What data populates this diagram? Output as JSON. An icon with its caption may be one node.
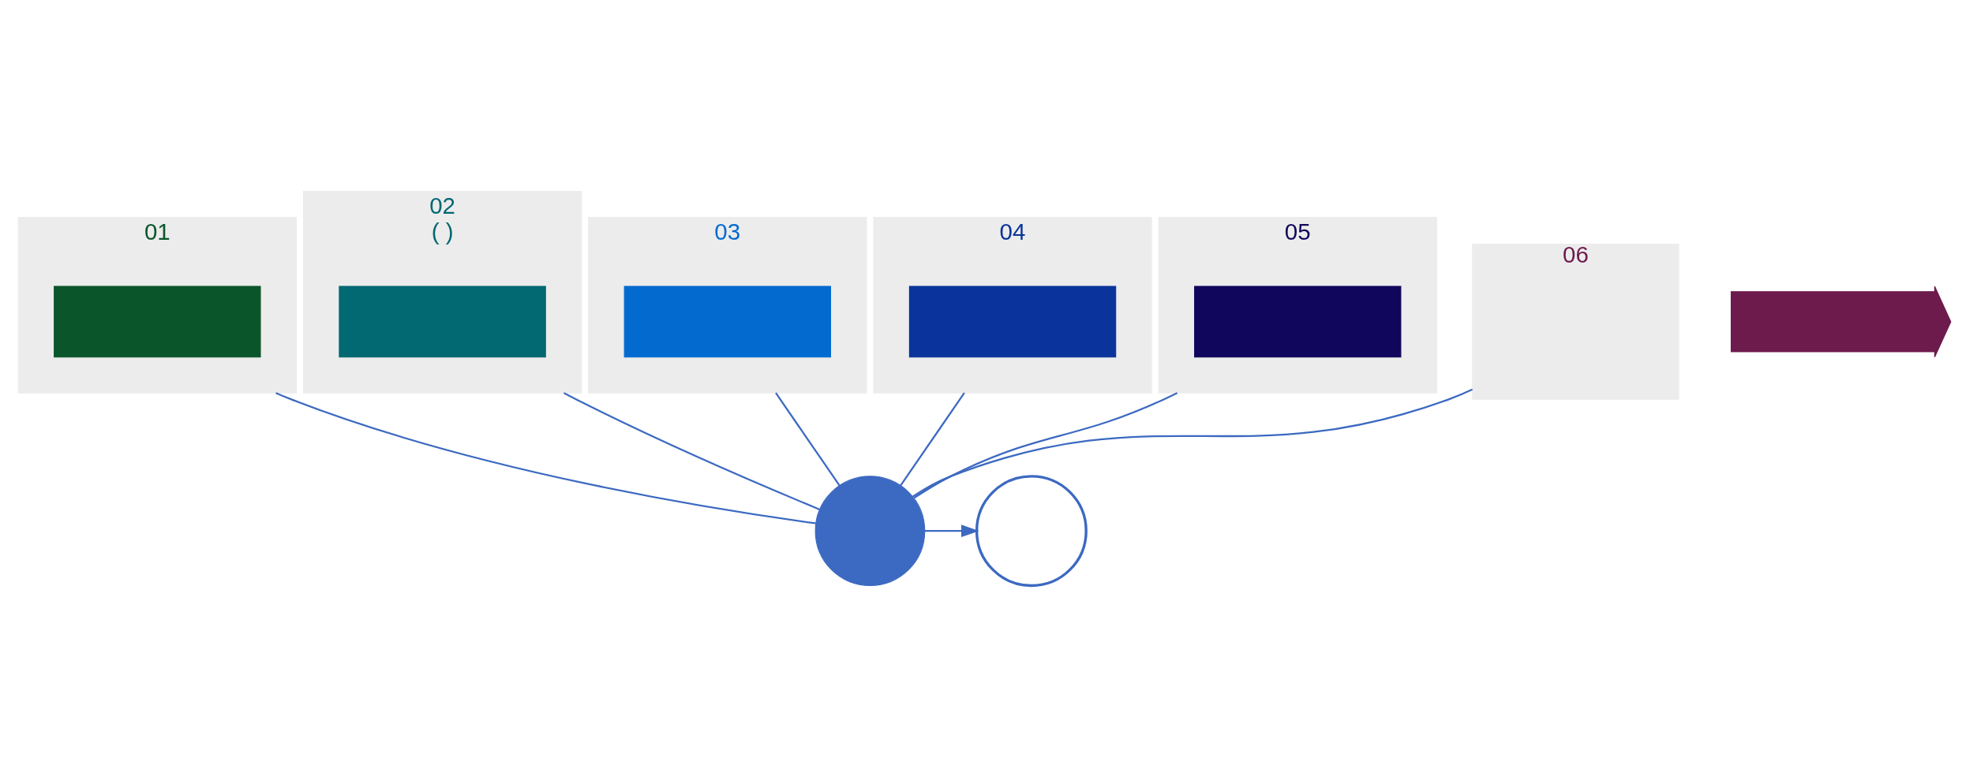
{
  "diagram": {
    "nodes": [
      {
        "text": [
          "01"
        ]
      },
      {
        "text": [],
        "shape": "bar",
        "in": 0
      },
      {
        "text": [
          "02",
          "( )"
        ]
      },
      {
        "text": [],
        "shape": "bar",
        "in": 2
      },
      {
        "text": [
          "03"
        ]
      },
      {
        "text": [],
        "shape": "bar",
        "in": 4
      },
      {
        "text": [
          "04"
        ]
      },
      {
        "text": [],
        "shape": "bar",
        "in": 6
      },
      {
        "text": [
          "05"
        ]
      },
      {
        "text": [],
        "shape": "bar",
        "in": 8
      },
      {
        "text": [
          "06"
        ]
      },
      {
        "text": [],
        "shape": "arrow"
      },
      {
        "text": [],
        "shape": "circle"
      },
      {
        "text": [],
        "shape": "circle"
      }
    ],
    "edges": [
      {
        "from": 0,
        "to": 12,
        "arrow": "none"
      },
      {
        "from": 2,
        "to": 12,
        "arrow": "none"
      },
      {
        "from": 4,
        "to": 12,
        "arrow": "none"
      },
      {
        "from": 6,
        "to": 12,
        "arrow": "none"
      },
      {
        "from": 8,
        "to": 12,
        "arrow": "none"
      },
      {
        "from": 10,
        "to": 12,
        "arrow": "none"
      },
      {
        "from": 12,
        "to": 13,
        "arrow": "to"
      }
    ]
  }
}
